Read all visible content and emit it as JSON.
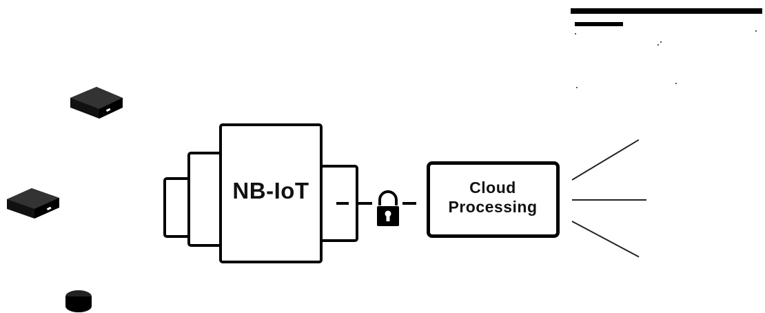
{
  "diagram": {
    "gateway": {
      "label": "NB-IoT"
    },
    "cloud": {
      "label_line1": "Cloud",
      "label_line2": "Processing"
    },
    "devices": [
      {
        "icon": "sensor-box-icon"
      },
      {
        "icon": "sensor-box-icon"
      },
      {
        "icon": "round-sensor-icon"
      }
    ],
    "link": {
      "icon": "padlock-icon"
    },
    "outputs": [
      {
        "icon": "output-line"
      },
      {
        "icon": "output-line"
      },
      {
        "icon": "output-line"
      }
    ]
  },
  "colors": {
    "stroke": "#000000",
    "background": "#ffffff"
  }
}
